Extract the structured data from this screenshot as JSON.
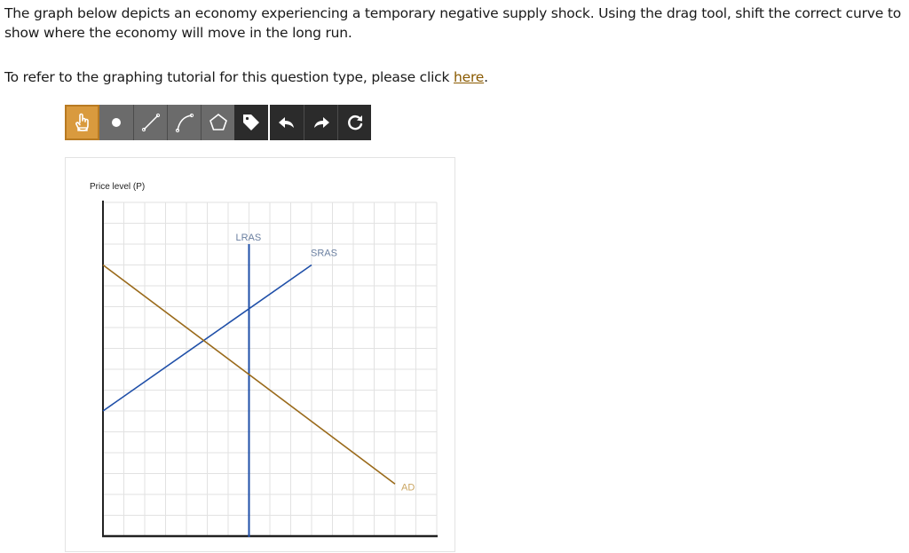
{
  "question": {
    "text": "The graph below depicts an economy experiencing a temporary negative supply shock. Using the drag tool, shift the correct curve to show where the economy will move in the long run."
  },
  "tutorial": {
    "prefix": "To refer to the graphing tutorial for this question type, please click ",
    "link": "here",
    "suffix": "."
  },
  "toolbar": {
    "tools": [
      {
        "name": "drag",
        "icon": "hand-pointer-icon"
      },
      {
        "name": "point",
        "icon": "dot-icon"
      },
      {
        "name": "line",
        "icon": "line-icon"
      },
      {
        "name": "curve",
        "icon": "curve-icon"
      },
      {
        "name": "polygon",
        "icon": "pentagon-icon"
      },
      {
        "name": "label",
        "icon": "tag-icon"
      },
      {
        "name": "undo",
        "icon": "undo-arrow-icon"
      },
      {
        "name": "redo",
        "icon": "redo-arrow-icon"
      },
      {
        "name": "reset",
        "icon": "reset-icon"
      }
    ],
    "active": "drag"
  },
  "graph": {
    "y_axis_label": "Price level (P)",
    "colors": {
      "LRAS": "#1f4fa8",
      "SRAS": "#1f4fa8",
      "AD": "#9a6a1a",
      "grid": "#e2e2e2",
      "axis": "#222222"
    },
    "curves": [
      {
        "label": "LRAS",
        "type": "vertical",
        "x": 7
      },
      {
        "label": "SRAS",
        "type": "line",
        "from": [
          0,
          6
        ],
        "to": [
          10,
          13
        ]
      },
      {
        "label": "AD",
        "type": "line",
        "from": [
          0,
          13
        ],
        "to": [
          14,
          2.5
        ]
      }
    ],
    "grid": {
      "cols": 16,
      "rows": 16
    }
  }
}
